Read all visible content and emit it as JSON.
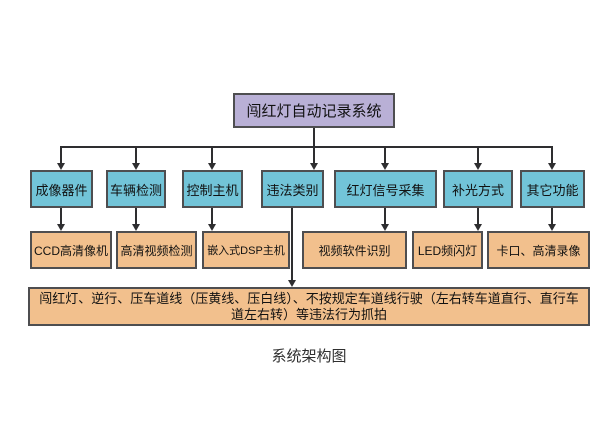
{
  "diagram": {
    "title": "闯红灯自动记录系统",
    "caption": "系统架构图",
    "level2": [
      {
        "label": "成像器件"
      },
      {
        "label": "车辆检测"
      },
      {
        "label": "控制主机"
      },
      {
        "label": "违法类别"
      },
      {
        "label": "红灯信号采集"
      },
      {
        "label": "补光方式"
      },
      {
        "label": "其它功能"
      }
    ],
    "level3": [
      {
        "label": "CCD高清像机"
      },
      {
        "label": "高清视频检测"
      },
      {
        "label": "嵌入式DSP主机"
      },
      {
        "label": "视频软件识别"
      },
      {
        "label": "LED频闪灯"
      },
      {
        "label": "卡口、高清录像"
      }
    ],
    "violations_text": "闯红灯、逆行、压车道线（压黄线、压白线）、不按规定车道线行驶（左右转车道直行、直行车道左右转）等违法行为抓拍"
  },
  "colors": {
    "root_box_fill": "#b9b0d6",
    "level2_box_fill": "#72c4d8",
    "level3_box_fill": "#f2c08d",
    "box_border": "#4e4e50",
    "connector_line": "#2e2e30",
    "background": "#ffffff",
    "text": "#111111"
  }
}
